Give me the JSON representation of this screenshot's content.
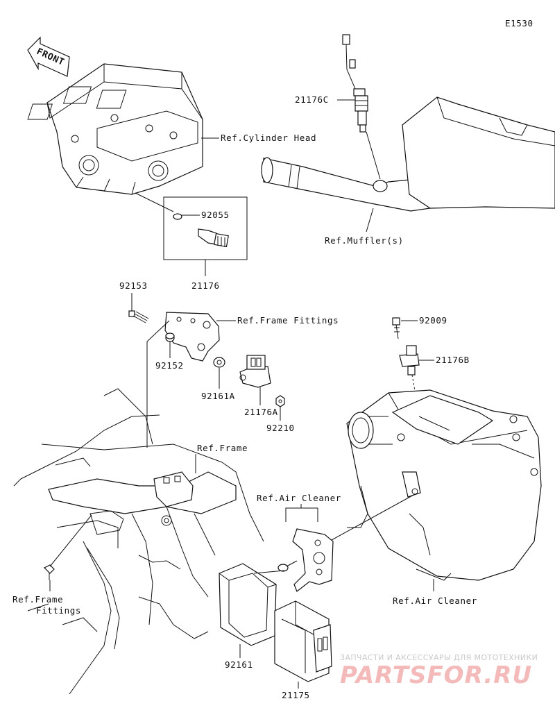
{
  "diagram_code": "E1530",
  "front_label": "FRONT",
  "refs": {
    "cylinder_head": "Ref.Cylinder Head",
    "mufflers": "Ref.Muffler(s)",
    "frame_fittings_top": "Ref.Frame Fittings",
    "frame": "Ref.Frame",
    "air_cleaner_bracket": "Ref.Air Cleaner",
    "air_cleaner_box": "Ref.Air Cleaner",
    "frame_fittings_bottom_line1": "Ref.Frame",
    "frame_fittings_bottom_line2": "Fittings"
  },
  "parts": {
    "p21176C": "21176C",
    "p92055": "92055",
    "p21176": "21176",
    "p92153": "92153",
    "p92152": "92152",
    "p92161A": "92161A",
    "p21176A": "21176A",
    "p92210": "92210",
    "p92009": "92009",
    "p21176B": "21176B",
    "p92161": "92161",
    "p21175": "21175"
  },
  "watermark": {
    "tagline": "ЗАПЧАСТИ И АКСЕССУАРЫ ДЛЯ МОТОТЕХНИКИ",
    "brand": "PARTSFOR.RU"
  }
}
